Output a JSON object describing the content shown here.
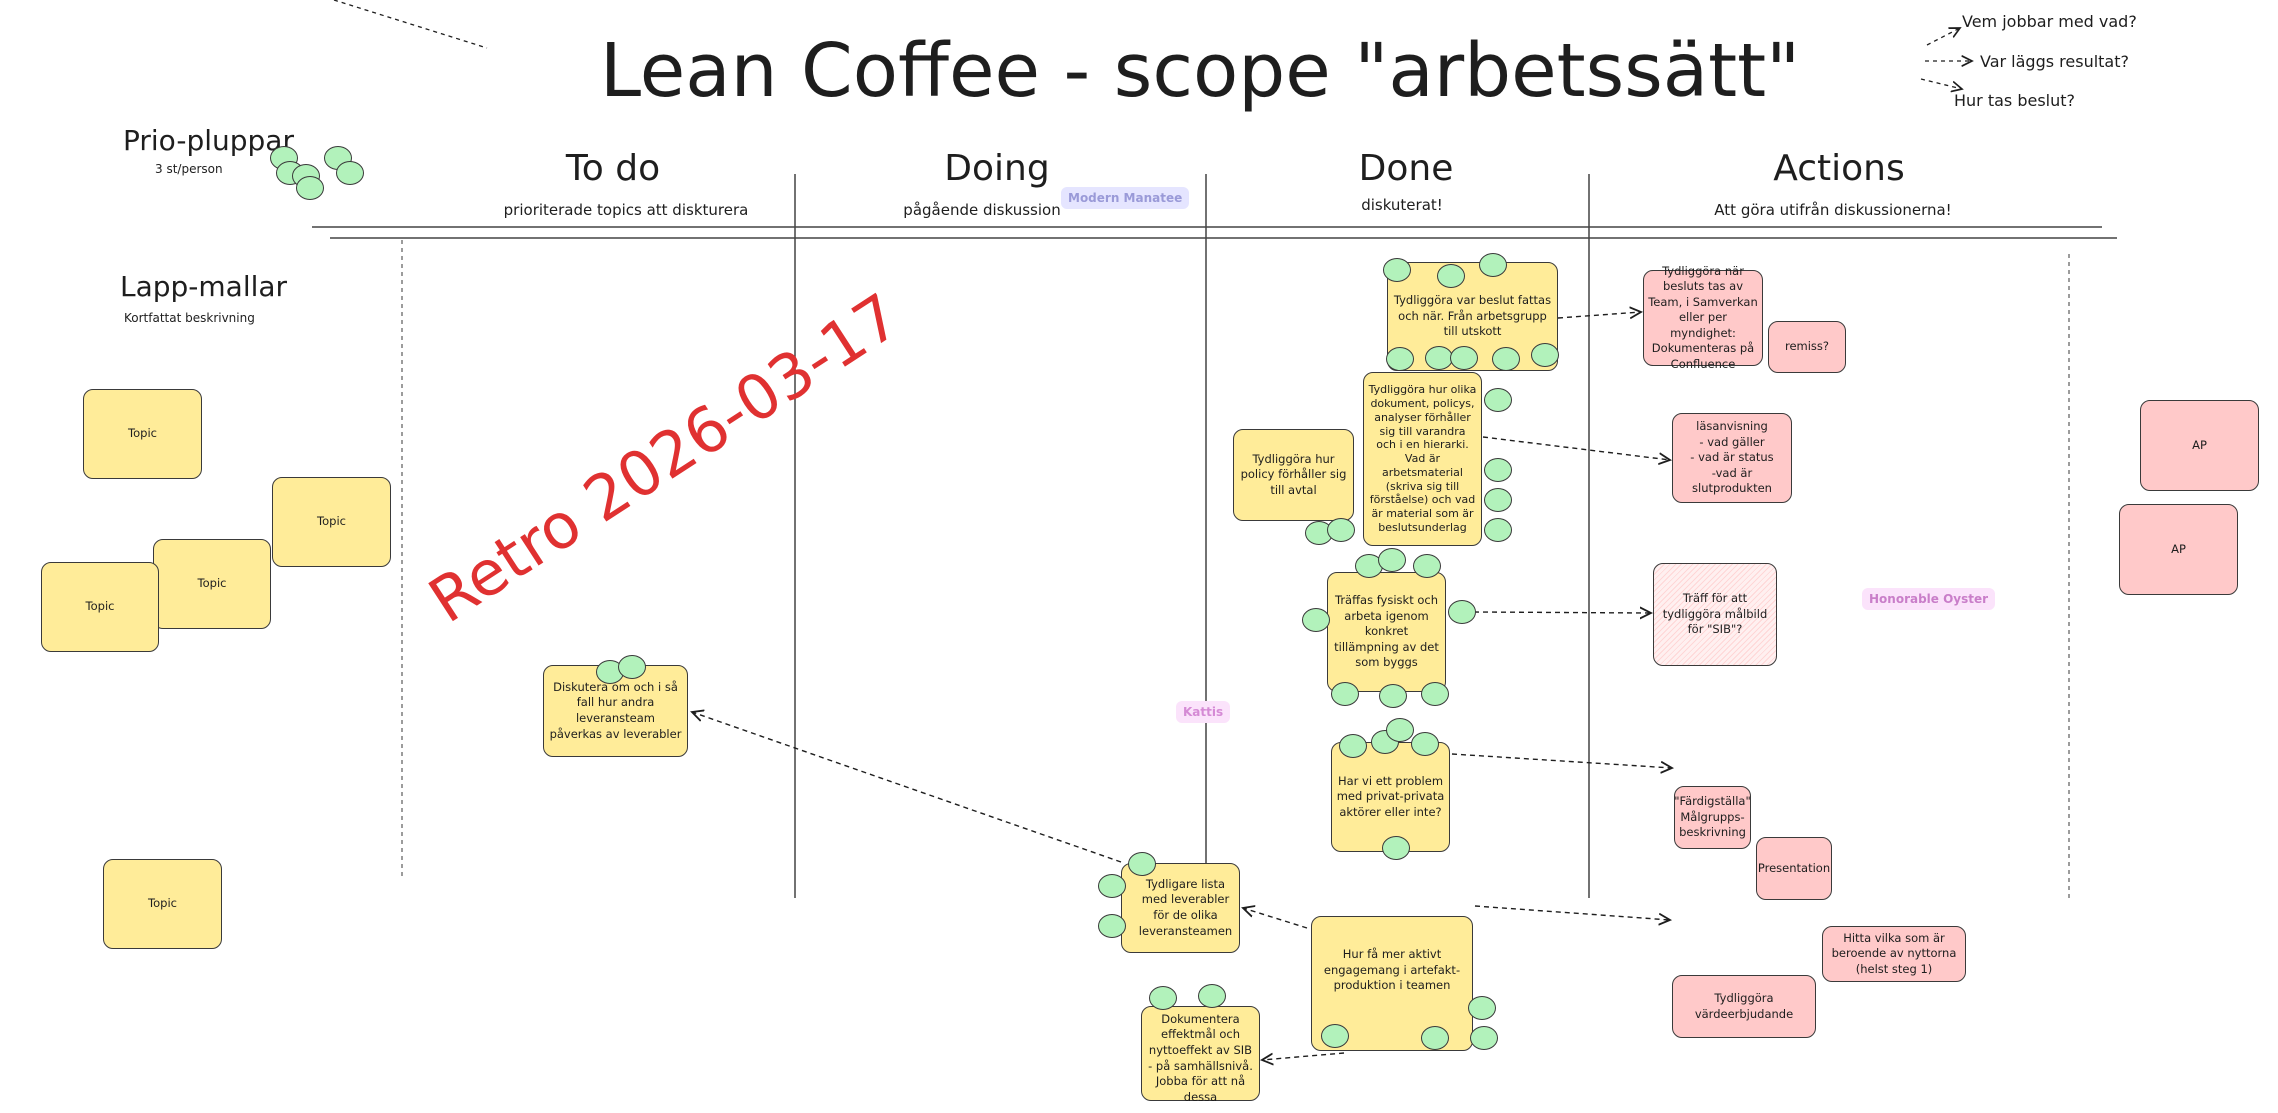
{
  "title": "Lean Coffee - scope \"arbetssätt\"",
  "questions": [
    "Vem jobbar med vad?",
    "Var läggs resultat?",
    "Hur tas beslut?"
  ],
  "legend": {
    "prio_title": "Prio-pluppar",
    "prio_sub": "3 st/person",
    "lapp_title": "Lapp-mallar",
    "lapp_sub": "Kortfattat beskrivning",
    "template_label": "Topic"
  },
  "columns": [
    {
      "title": "To do",
      "subtitle": "prioriterade topics att diskturera"
    },
    {
      "title": "Doing",
      "subtitle": "pågående diskussion"
    },
    {
      "title": "Done",
      "subtitle": "diskuterat!"
    },
    {
      "title": "Actions",
      "subtitle": "Att göra utifrån diskussionerna!"
    }
  ],
  "retro_stamp": "Retro 2026-03-17",
  "topics": [
    {
      "text": "Tydliggöra var beslut fattas och när. Från arbetsgrupp till utskott",
      "votes": 8
    },
    {
      "text": "Tydliggöra hur olika dokument, policys, analyser förhåller sig till varandra och i en hierarki. Vad är arbetsmaterial (skriva sig till förståelse) och vad är material som är beslutsunderlag",
      "votes": 4
    },
    {
      "text": "Tydliggöra hur policy förhåller sig till avtal",
      "votes": 2
    },
    {
      "text": "Träffas fysiskt och arbeta igenom konkret tillämpning av det som byggs",
      "votes": 8
    },
    {
      "text": "Har vi ett problem med privat-privata aktörer eller inte?",
      "votes": 5
    },
    {
      "text": "Hur få mer aktivt engagemang i artefakt-produktion i teamen",
      "votes": 4
    },
    {
      "text": "Tydligare lista med leverabler för de olika leveransteamen",
      "votes": 3
    },
    {
      "text": "Dokumentera effektmål och nyttoeffekt av SIB - på samhällsnivå. Jobba för att nå dessa",
      "votes": 2
    },
    {
      "text": "Diskutera om och i så fall hur andra leveransteam påverkas av leverabler",
      "votes": 2
    }
  ],
  "actions": [
    "Tydliggöra när besluts tas av Team, i Samverkan eller per myndighet: Dokumenteras på Confluence",
    "remiss?",
    "läsanvisning\n- vad gäller\n- vad är status\n-vad är slutprodukten",
    "Träff för att tydliggöra målbild för \"SIB\"?",
    "\"Färdigställa\" Målgrupps-beskrivning",
    "Presentation",
    "Tydliggöra värdeerbjudande",
    "Hitta vilka som är beroende av nyttorna (helst steg 1)",
    "AP",
    "AP"
  ],
  "cursors": [
    "Modern Manatee",
    "Kattis",
    "Honorable Oyster"
  ],
  "colors": {
    "sticky_yellow": "#ffec99",
    "action_pink": "#ffc9c9",
    "vote_green": "#b2f2bb",
    "stamp_red": "#e03131"
  }
}
